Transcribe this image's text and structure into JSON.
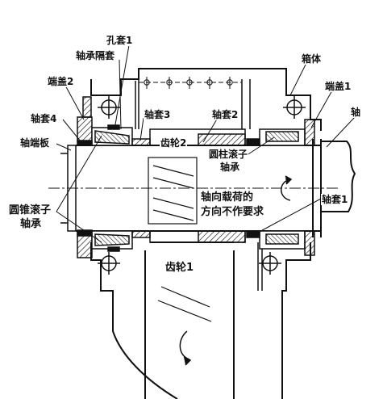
{
  "labels": {
    "kongtao1": "孔套1",
    "zhouchenggetao": "轴承隔套",
    "xiangti": "箱体",
    "duangai2": "端盖2",
    "duangai1": "端盖1",
    "zhou": "轴",
    "zhoutao4": "轴套4",
    "zhoutao3": "轴套3",
    "zhoutao2": "轴套2",
    "zhouduanban": "轴端板",
    "chilun2": "齿轮2",
    "yuanzhu_line1": "圆柱滚子",
    "yuanzhu_line2": "轴承",
    "yuanzhui_line1": "圆锥滚子",
    "yuanzhui_line2": "轴承",
    "zhouxiang_line1": "轴向载荷的",
    "zhouxiang_line2": "方向不作要求",
    "zhoutao1": "轴套1",
    "chilun1": "齿轮1"
  },
  "colors": {
    "ink": "#111111",
    "hatch": "#222222",
    "background": "#ffffff"
  }
}
